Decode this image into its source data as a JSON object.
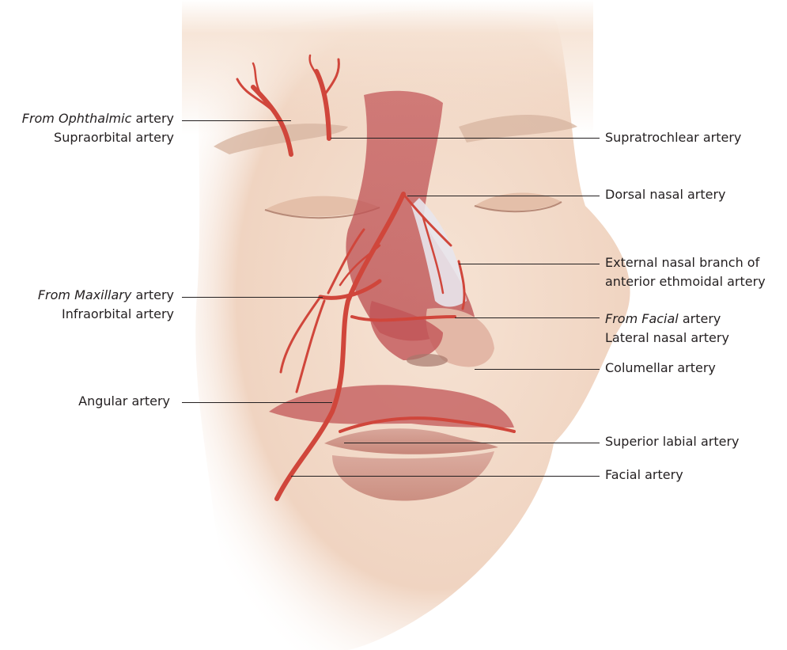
{
  "labels": {
    "ophthalmic_prefix": "From Ophthalmic",
    "ophthalmic_suffix": "artery",
    "supraorbital": "Supraorbital artery",
    "maxillary_prefix": "From Maxillary",
    "maxillary_suffix": "artery",
    "infraorbital": "Infraorbital artery",
    "angular": "Angular artery",
    "supratrochlear": "Supratrochlear artery",
    "dorsal_nasal": "Dorsal nasal artery",
    "external_nasal_line1": "External nasal branch of",
    "external_nasal_line2": "anterior ethmoidal artery",
    "facial_prefix": "From Facial",
    "facial_suffix": "artery",
    "lateral_nasal": "Lateral nasal artery",
    "columellar": "Columellar artery",
    "superior_labial": "Superior labial artery",
    "facial_artery": "Facial artery"
  },
  "colors": {
    "skin": "#f3dccb",
    "skin_shadow": "#e2bba4",
    "muscle": "#c7595a",
    "artery": "#d0463b",
    "leader": "#231f20"
  }
}
